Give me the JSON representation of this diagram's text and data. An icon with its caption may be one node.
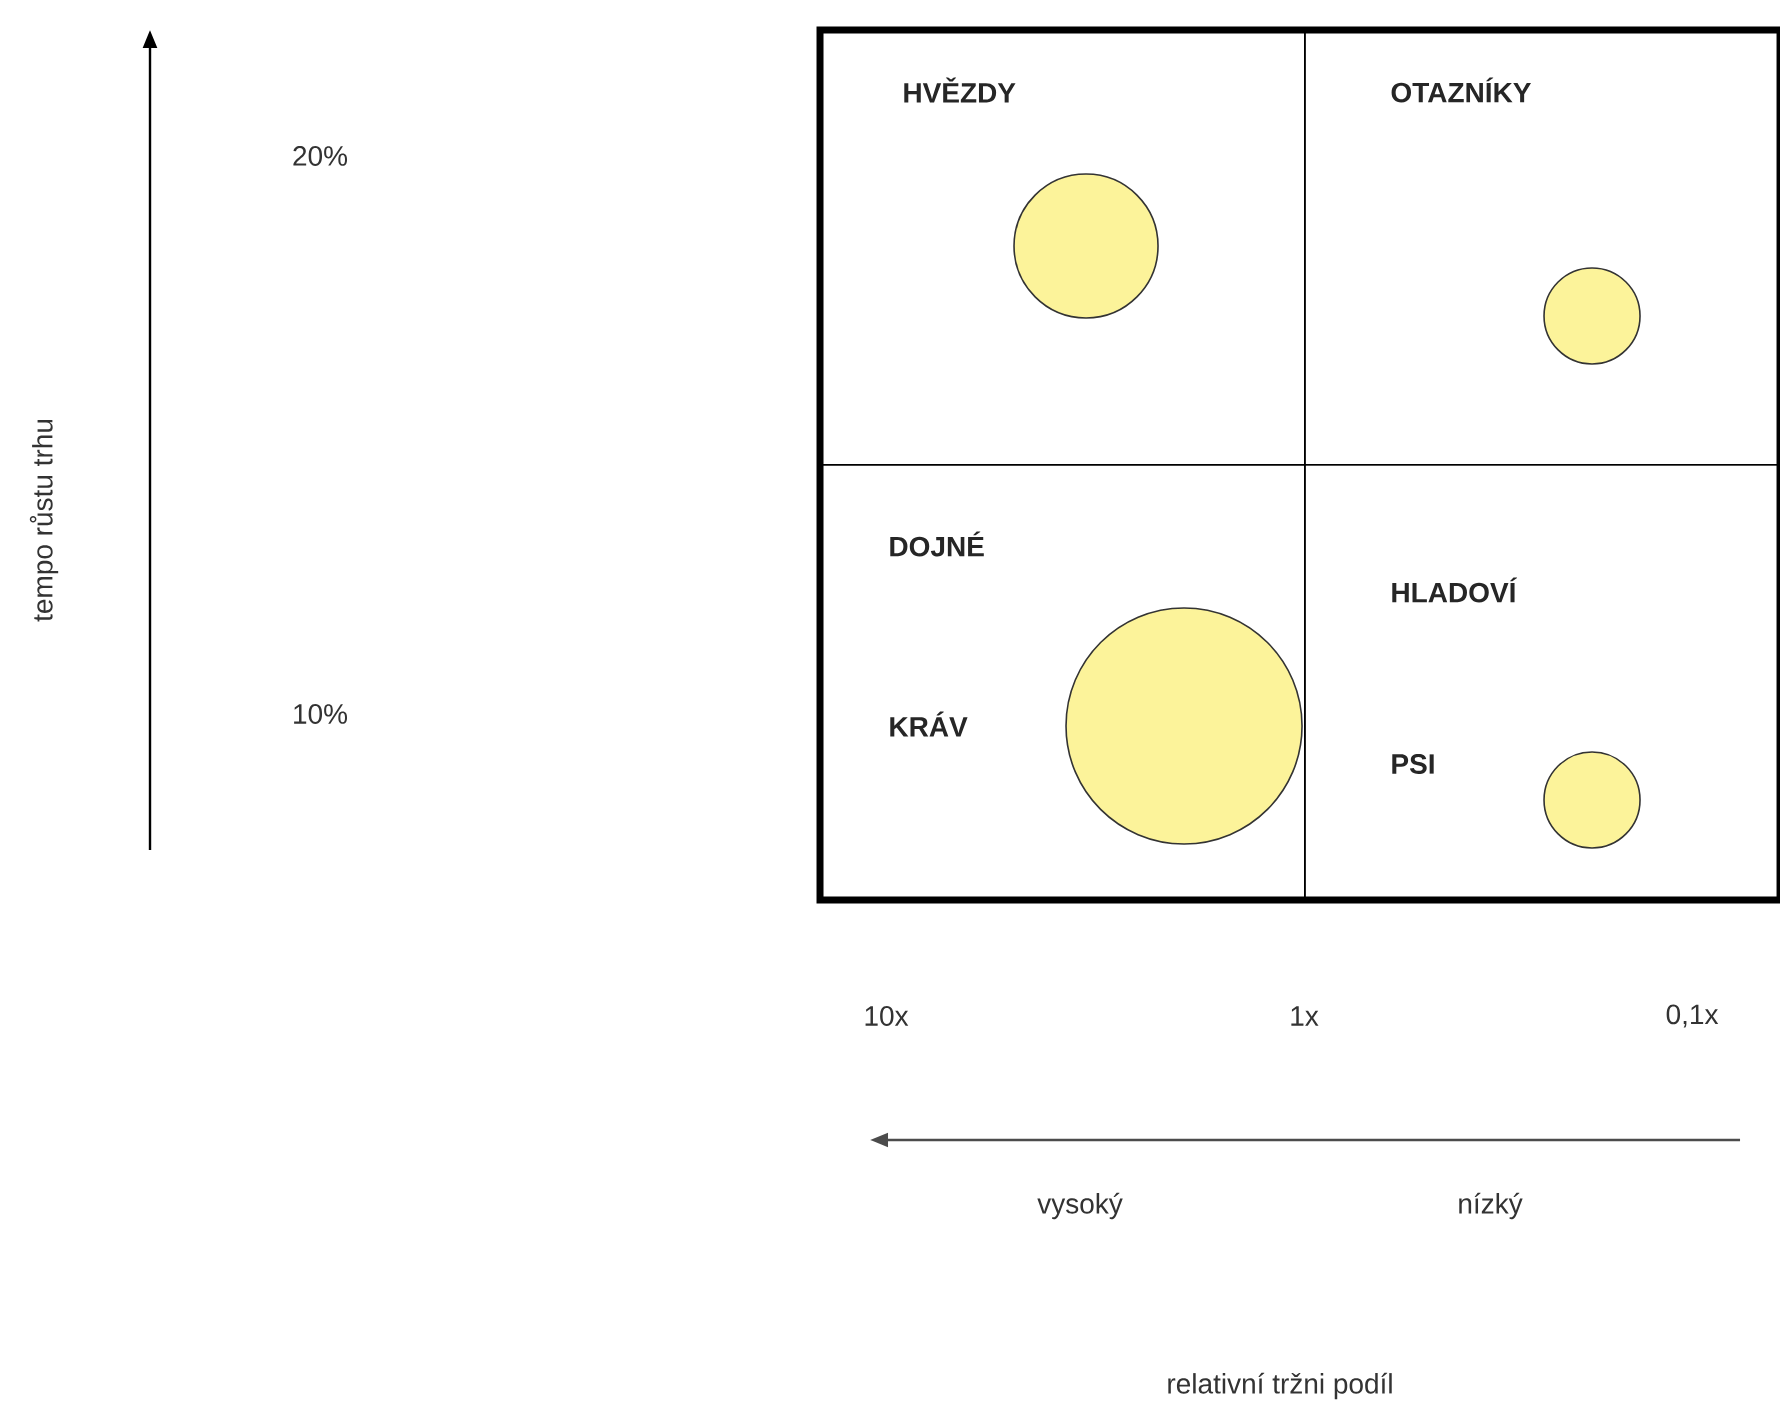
{
  "diagram": {
    "nodes": [
      {
        "text": [
          "HVĚZDY"
        ]
      },
      {
        "text": [
          "OTAZNÍKY"
        ]
      },
      {
        "text": [
          "DOJNÉ",
          "KRÁV"
        ]
      },
      {
        "text": [
          "HLADOVÍ",
          "PSI"
        ]
      },
      {
        "text": [],
        "shape": "circle",
        "in": 0
      },
      {
        "text": [],
        "shape": "circle",
        "in": 1
      },
      {
        "text": [],
        "shape": "circle",
        "in": 2
      },
      {
        "text": [],
        "shape": "circle",
        "in": 3
      }
    ],
    "edges": [],
    "labels": [
      "tempo růstu trhu",
      "20%",
      "10%",
      "10x",
      "1x",
      "0,1x",
      "vysoký",
      "nízký",
      "relativní tržni podíl"
    ]
  }
}
